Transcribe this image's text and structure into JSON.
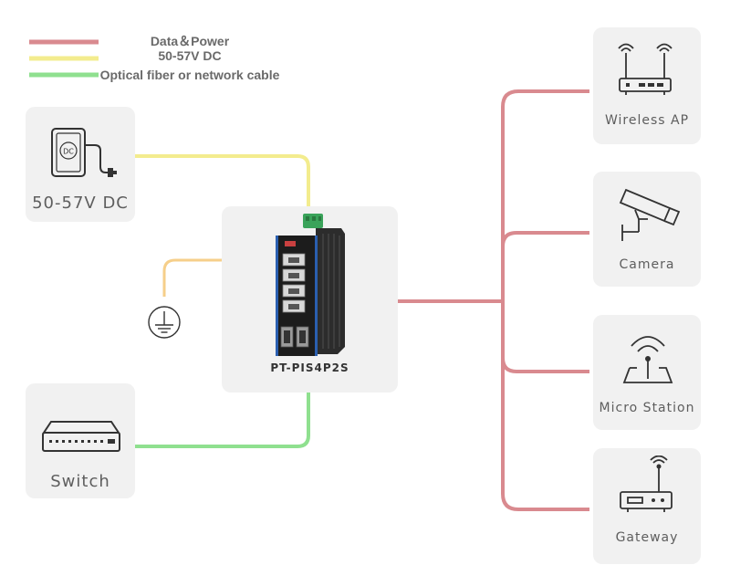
{
  "legend": [
    {
      "label": "Data＆Power",
      "color": "#d98a8f"
    },
    {
      "label": "50-57V DC",
      "color": "#f3ec8e"
    },
    {
      "label": "Optical fiber or network cable",
      "color": "#8fe08f"
    }
  ],
  "power_source": {
    "label": "50-57V DC",
    "icon": "power-adapter-icon",
    "icon_text": "DC"
  },
  "switch_source": {
    "label": "Switch",
    "icon": "network-switch-icon"
  },
  "ground": {
    "icon": "ground-icon",
    "line_color": "#f6cf8a"
  },
  "device": {
    "label": "PT-PIS4P2S",
    "icon": "industrial-poe-switch-icon"
  },
  "endpoints": [
    {
      "label": "Wireless AP",
      "icon": "wireless-ap-icon"
    },
    {
      "label": "Camera",
      "icon": "cctv-camera-icon"
    },
    {
      "label": "Micro Station",
      "icon": "micro-station-icon"
    },
    {
      "label": "Gateway",
      "icon": "gateway-icon"
    }
  ]
}
